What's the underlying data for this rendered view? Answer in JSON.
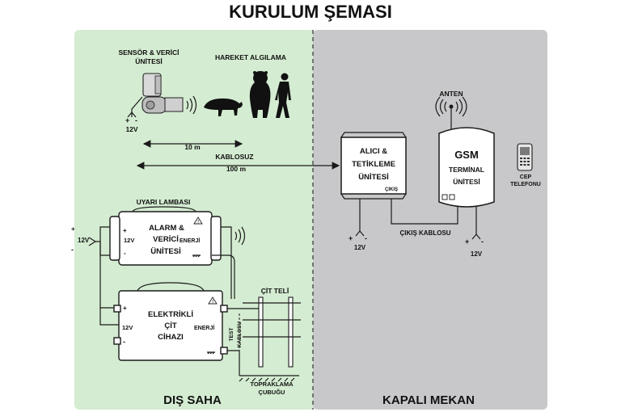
{
  "title": "KURULUM ŞEMASI",
  "zones": {
    "outdoor": "DIŞ SAHA",
    "indoor": "KAPALI MEKAN"
  },
  "colors": {
    "outdoor_bg": "#d4ecd1",
    "indoor_bg": "#c8c8ca",
    "ink": "#1a1a1a"
  },
  "sensor": {
    "line1": "SENSÖR & VERİCİ",
    "line2": "ÜNİTESİ",
    "voltage": "12V"
  },
  "motion_label": "HAREKET ALGILAMA",
  "ranges": {
    "wired": "10 m",
    "wireless_label": "KABLOSUZ",
    "wireless_distance": "100 m"
  },
  "warning_lamp": "UYARI LAMBASI",
  "alarm_unit": {
    "line1": "ALARM &",
    "line2": "VERİCİ",
    "line3": "ÜNİTESİ",
    "voltage": "12V",
    "energy": "ENERJİ"
  },
  "power_in": {
    "voltage": "12V"
  },
  "fence_device": {
    "line1": "ELEKTRİKLİ",
    "line2": "ÇİT",
    "line3": "CİHAZI",
    "voltage": "12V",
    "energy": "ENERJİ"
  },
  "test_cable": {
    "line1": "TEST",
    "line2": "KABLOSU"
  },
  "fence_wire": "ÇİT TELİ",
  "ground_rod": {
    "line1": "TOPRAKLAMA",
    "line2": "ÇUBUĞU"
  },
  "receiver": {
    "line1": "ALICI &",
    "line2": "TETİKLEME",
    "line3": "ÜNİTESİ",
    "output": "ÇIKIŞ",
    "voltage": "12V"
  },
  "output_cable": "ÇIKIŞ KABLOSU",
  "antenna": "ANTEN",
  "gsm": {
    "line1": "GSM",
    "line2": "TERMİNAL",
    "line3": "ÜNİTESİ",
    "voltage": "12V"
  },
  "phone": {
    "line1": "CEP",
    "line2": "TELEFONU"
  },
  "plus_sign": "+",
  "minus_sign": "-"
}
